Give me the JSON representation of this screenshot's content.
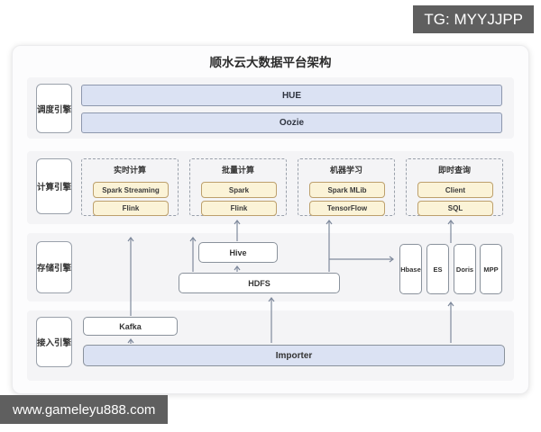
{
  "watermarks": {
    "top_right": "TG: MYYJJPP",
    "bottom_left": "www.gameleyu888.com"
  },
  "diagram": {
    "title": "顺水云大数据平台架构",
    "rows": [
      {
        "label": "调度引擎",
        "bars": [
          "HUE",
          "Oozie"
        ]
      },
      {
        "label": "计算引擎",
        "groups": [
          {
            "title": "实时计算",
            "items": [
              "Spark Streaming",
              "Flink"
            ]
          },
          {
            "title": "批量计算",
            "items": [
              "Spark",
              "Flink"
            ]
          },
          {
            "title": "机器学习",
            "items": [
              "Spark MLib",
              "TensorFlow"
            ]
          },
          {
            "title": "即时查询",
            "items": [
              "Client",
              "SQL"
            ]
          }
        ]
      },
      {
        "label": "存储引擎",
        "hive": "Hive",
        "hdfs": "HDFS",
        "stores": [
          "Hbase",
          "ES",
          "Doris",
          "MPP"
        ]
      },
      {
        "label": "接入引擎",
        "kafka": "Kafka",
        "importer": "Importer"
      }
    ]
  },
  "colors": {
    "band_bg": "#f4f4f6",
    "blue_node": "#dbe2f3",
    "yellow_node": "#fbf3d7",
    "yellow_border": "#bda06d",
    "arrow": "#7f8a9d",
    "watermark_bg": "#5f5f5f"
  }
}
